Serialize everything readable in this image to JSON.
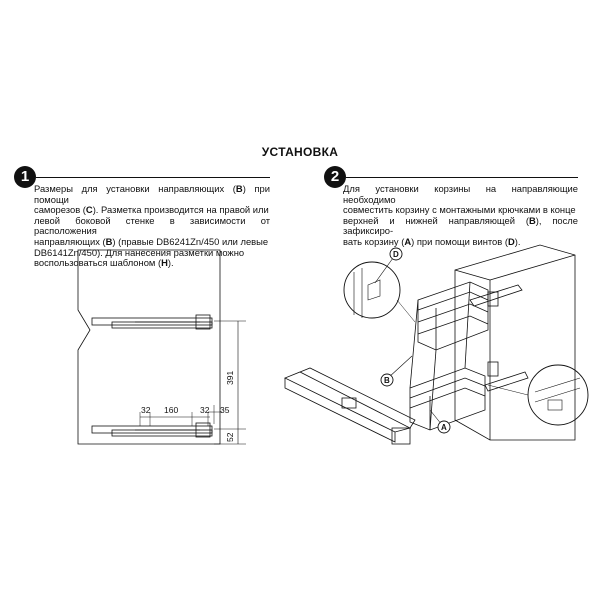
{
  "title": "УСТАНОВКА",
  "step1": {
    "number": "1",
    "line1": {
      "t1": "Размеры для установки направляющих (",
      "b1": "B",
      "t2": ") при помощи"
    },
    "line2": {
      "t1": "саморезов (",
      "b1": "C",
      "t2": "). Разметка производится на правой или"
    },
    "line3": {
      "t1": "левой боковой стенке в зависимости от расположения"
    },
    "line4": {
      "t1": "направляющих (",
      "b1": "B",
      "t2": ") (правые DB6241Zn/450 или левые"
    },
    "line5": {
      "t1": "DB6141Zn/450). Для нанесения разметки можно"
    },
    "line6": {
      "t1": "воспользоваться шаблоном (",
      "b1": "H",
      "t2": ")."
    }
  },
  "step2": {
    "number": "2",
    "line1": {
      "t1": "Для установки корзины на направляющие необходимо"
    },
    "line2": {
      "t1": "совместить корзину с монтажными крючками в конце"
    },
    "line3": {
      "t1": "верхней и нижней направляющей (",
      "b1": "B",
      "t2": "), после зафиксиро-"
    },
    "line4": {
      "t1": "вать корзину (",
      "b1": "A",
      "t2": ") при помощи винтов (",
      "b2": "D",
      "t3": ")."
    }
  },
  "dimensions": {
    "d32a": "32",
    "d160": "160",
    "d32b": "32",
    "d35": "35",
    "d391": "391",
    "d52": "52"
  },
  "callouts": {
    "a": "A",
    "b": "B",
    "d": "D"
  }
}
